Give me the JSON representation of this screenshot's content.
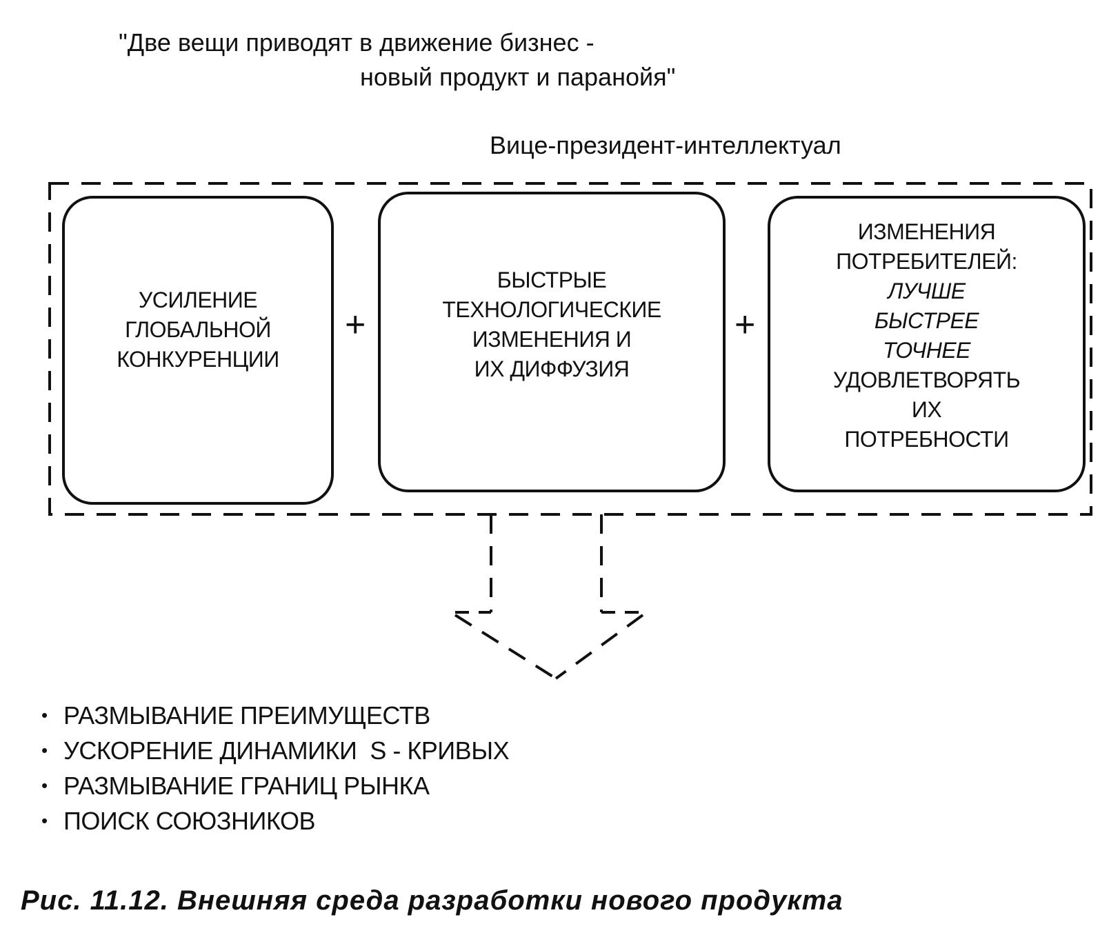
{
  "quote": {
    "line1": "\"Две вещи приводят в движение бизнес -",
    "line2": "новый продукт и паранойя\""
  },
  "author": "Вице-президент-интеллектуал",
  "boxes": {
    "global_competition": {
      "lines": [
        "УСИЛЕНИЕ",
        "ГЛОБАЛЬНОЙ",
        "КОНКУРЕНЦИИ"
      ]
    },
    "tech_changes": {
      "lines": [
        "БЫСТРЫЕ",
        "ТЕХНОЛОГИЧЕСКИЕ",
        "ИЗМЕНЕНИЯ И",
        "ИХ ДИФФУЗИЯ"
      ]
    },
    "consumer_changes": {
      "heading": [
        "ИЗМЕНЕНИЯ",
        "ПОТРЕБИТЕЛЕЙ:"
      ],
      "italic": [
        "ЛУЧШЕ",
        "БЫСТРЕЕ",
        "ТОЧНЕЕ"
      ],
      "tail": [
        "УДОВЛЕТВОРЯТЬ",
        "ИХ",
        "ПОТРЕБНОСТИ"
      ]
    }
  },
  "operators": {
    "plus": "+"
  },
  "results": {
    "bullet": "•",
    "items": [
      "РАЗМЫВАНИЕ ПРЕИМУЩЕСТВ",
      "УСКОРЕНИЕ ДИНАМИКИ  S - КРИВЫХ",
      "РАЗМЫВАНИЕ ГРАНИЦ РЫНКА",
      "ПОИСК СОЮЗНИКОВ"
    ]
  },
  "caption": "Рис. 11.12. Внешняя среда разработки нового продукта"
}
